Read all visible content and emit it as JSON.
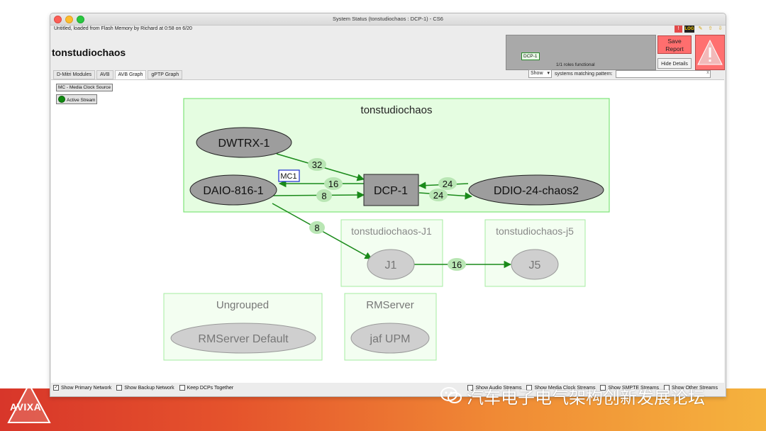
{
  "window": {
    "title": "System Status (tonstudiochaos : DCP-1) - CS6",
    "load_info": "Untitled, loaded from Flash Memory by Richard at 0:58 on 6/20",
    "app_name": "tonstudiochaos"
  },
  "toolbar": {
    "log_label": "LOG",
    "save_label_1": "Save",
    "save_label_2": "Report",
    "hide_details": "Hide Details"
  },
  "status": {
    "chip": "DCP-1",
    "roles": "1/1 roles functional"
  },
  "tabs": [
    {
      "label": "D-Mitri Modules"
    },
    {
      "label": "AVB"
    },
    {
      "label": "AVB Graph"
    },
    {
      "label": "gPTP Graph"
    }
  ],
  "filter": {
    "select_value": "Show",
    "label": "systems matching pattern:",
    "clear": "x"
  },
  "legend": {
    "media_clock": "MC - Media Clock Source",
    "active_stream": "Active Stream"
  },
  "graph": {
    "groups": {
      "main": "tonstudiochaos",
      "j1": "tonstudiochaos-J1",
      "j5": "tonstudiochaos-j5",
      "ungrouped": "Ungrouped",
      "rmserver": "RMServer"
    },
    "nodes": {
      "dwtrx": "DWTRX-1",
      "daio": "DAIO-816-1",
      "dcp": "DCP-1",
      "ddio": "DDIO-24-chaos2",
      "j1": "J1",
      "j5": "J5",
      "rmdefault": "RMServer Default",
      "jafupm": "jaf UPM"
    },
    "mc_label": "MC1",
    "edges": {
      "dwtrx_dcp": "32",
      "dcp_daio": "16",
      "daio_dcp": "8",
      "ddio_dcp": "24",
      "dcp_ddio": "24",
      "daio_j1": "8",
      "j1_j5": "16"
    }
  },
  "options": {
    "primary": "Show Primary Network",
    "backup": "Show Backup Network",
    "keep": "Keep DCPs Together",
    "audio": "Show Audio Streams",
    "media": "Show Media Clock Streams",
    "smpte": "Show SMPTE Streams",
    "other": "Show Other Streams"
  },
  "overlay": {
    "logo": "AVIXA",
    "watermark": "汽车电子电气架构创新发展论坛"
  },
  "colors": {
    "group_fill": "#e5fde1",
    "group_stroke": "#7fe47a",
    "stream_green": "#1a8a1a",
    "edge_label_bg": "#b9e6b4",
    "save_red": "#ff6e6e"
  }
}
